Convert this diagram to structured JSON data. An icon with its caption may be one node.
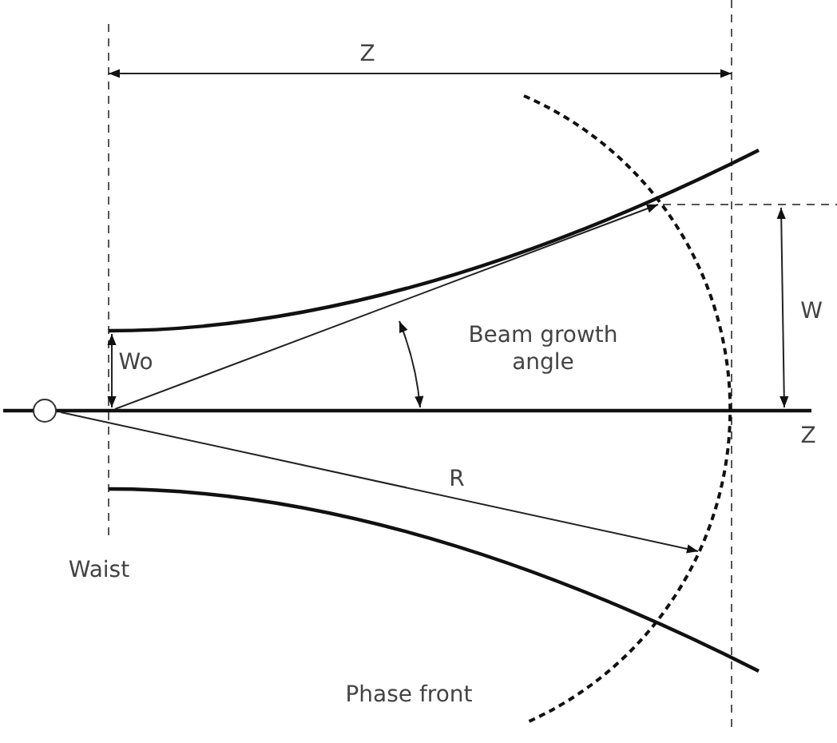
{
  "diagram": {
    "labels": [
      "Z",
      "Wo",
      "Beam growth angle",
      "W",
      "Z",
      "R",
      "Waist",
      "Phase front"
    ]
  }
}
